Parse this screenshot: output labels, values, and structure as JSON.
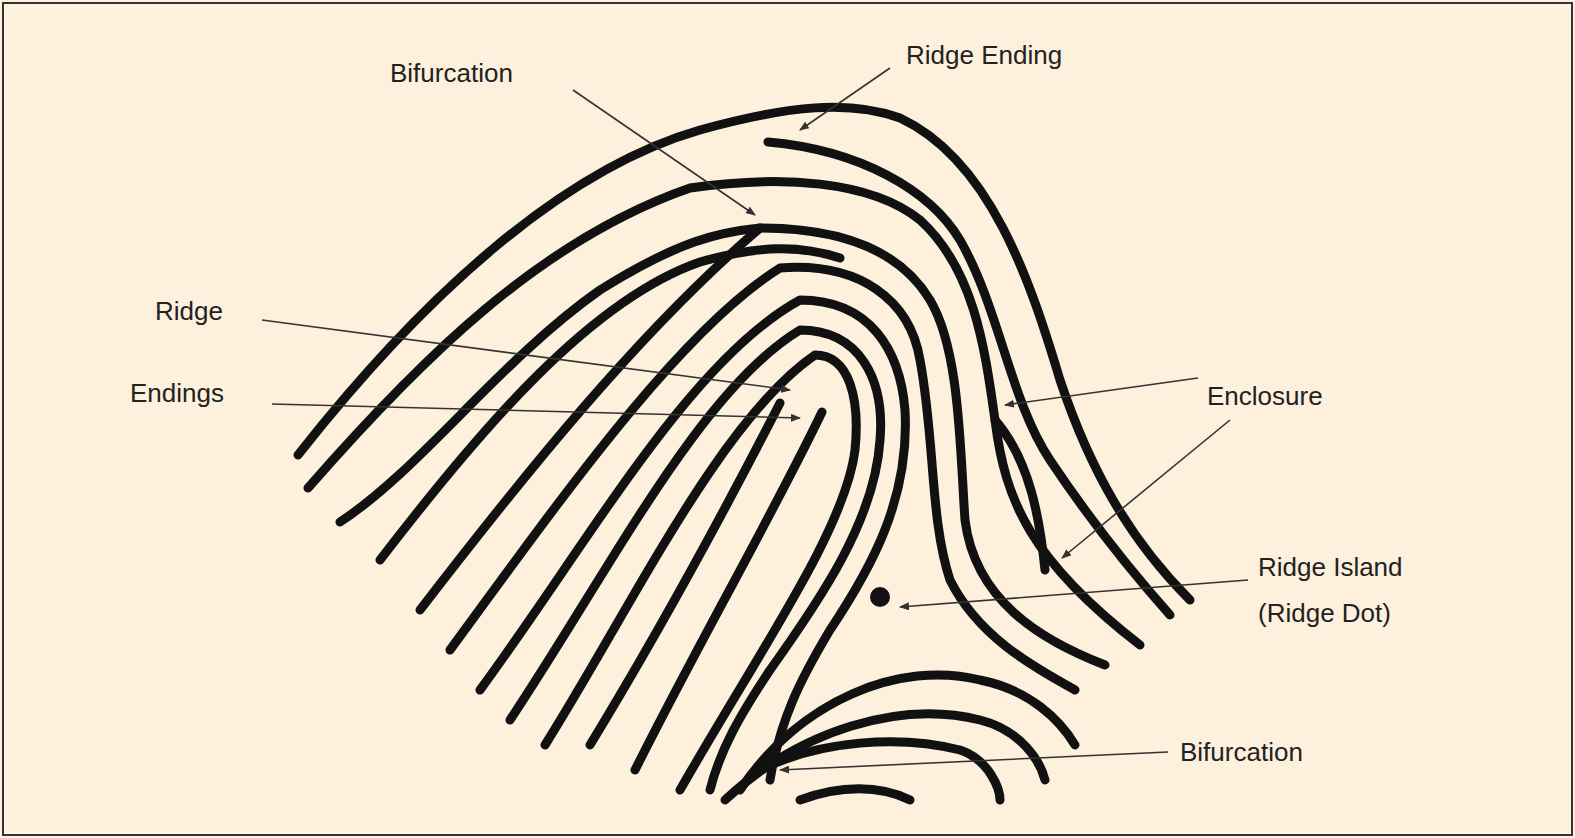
{
  "diagram": {
    "labels": [
      "Bifurcation",
      "Ridge Ending",
      "Ridge",
      "Endings",
      "Enclosure",
      "Ridge Island (Ridge Dot)",
      "Bifurcation"
    ]
  }
}
